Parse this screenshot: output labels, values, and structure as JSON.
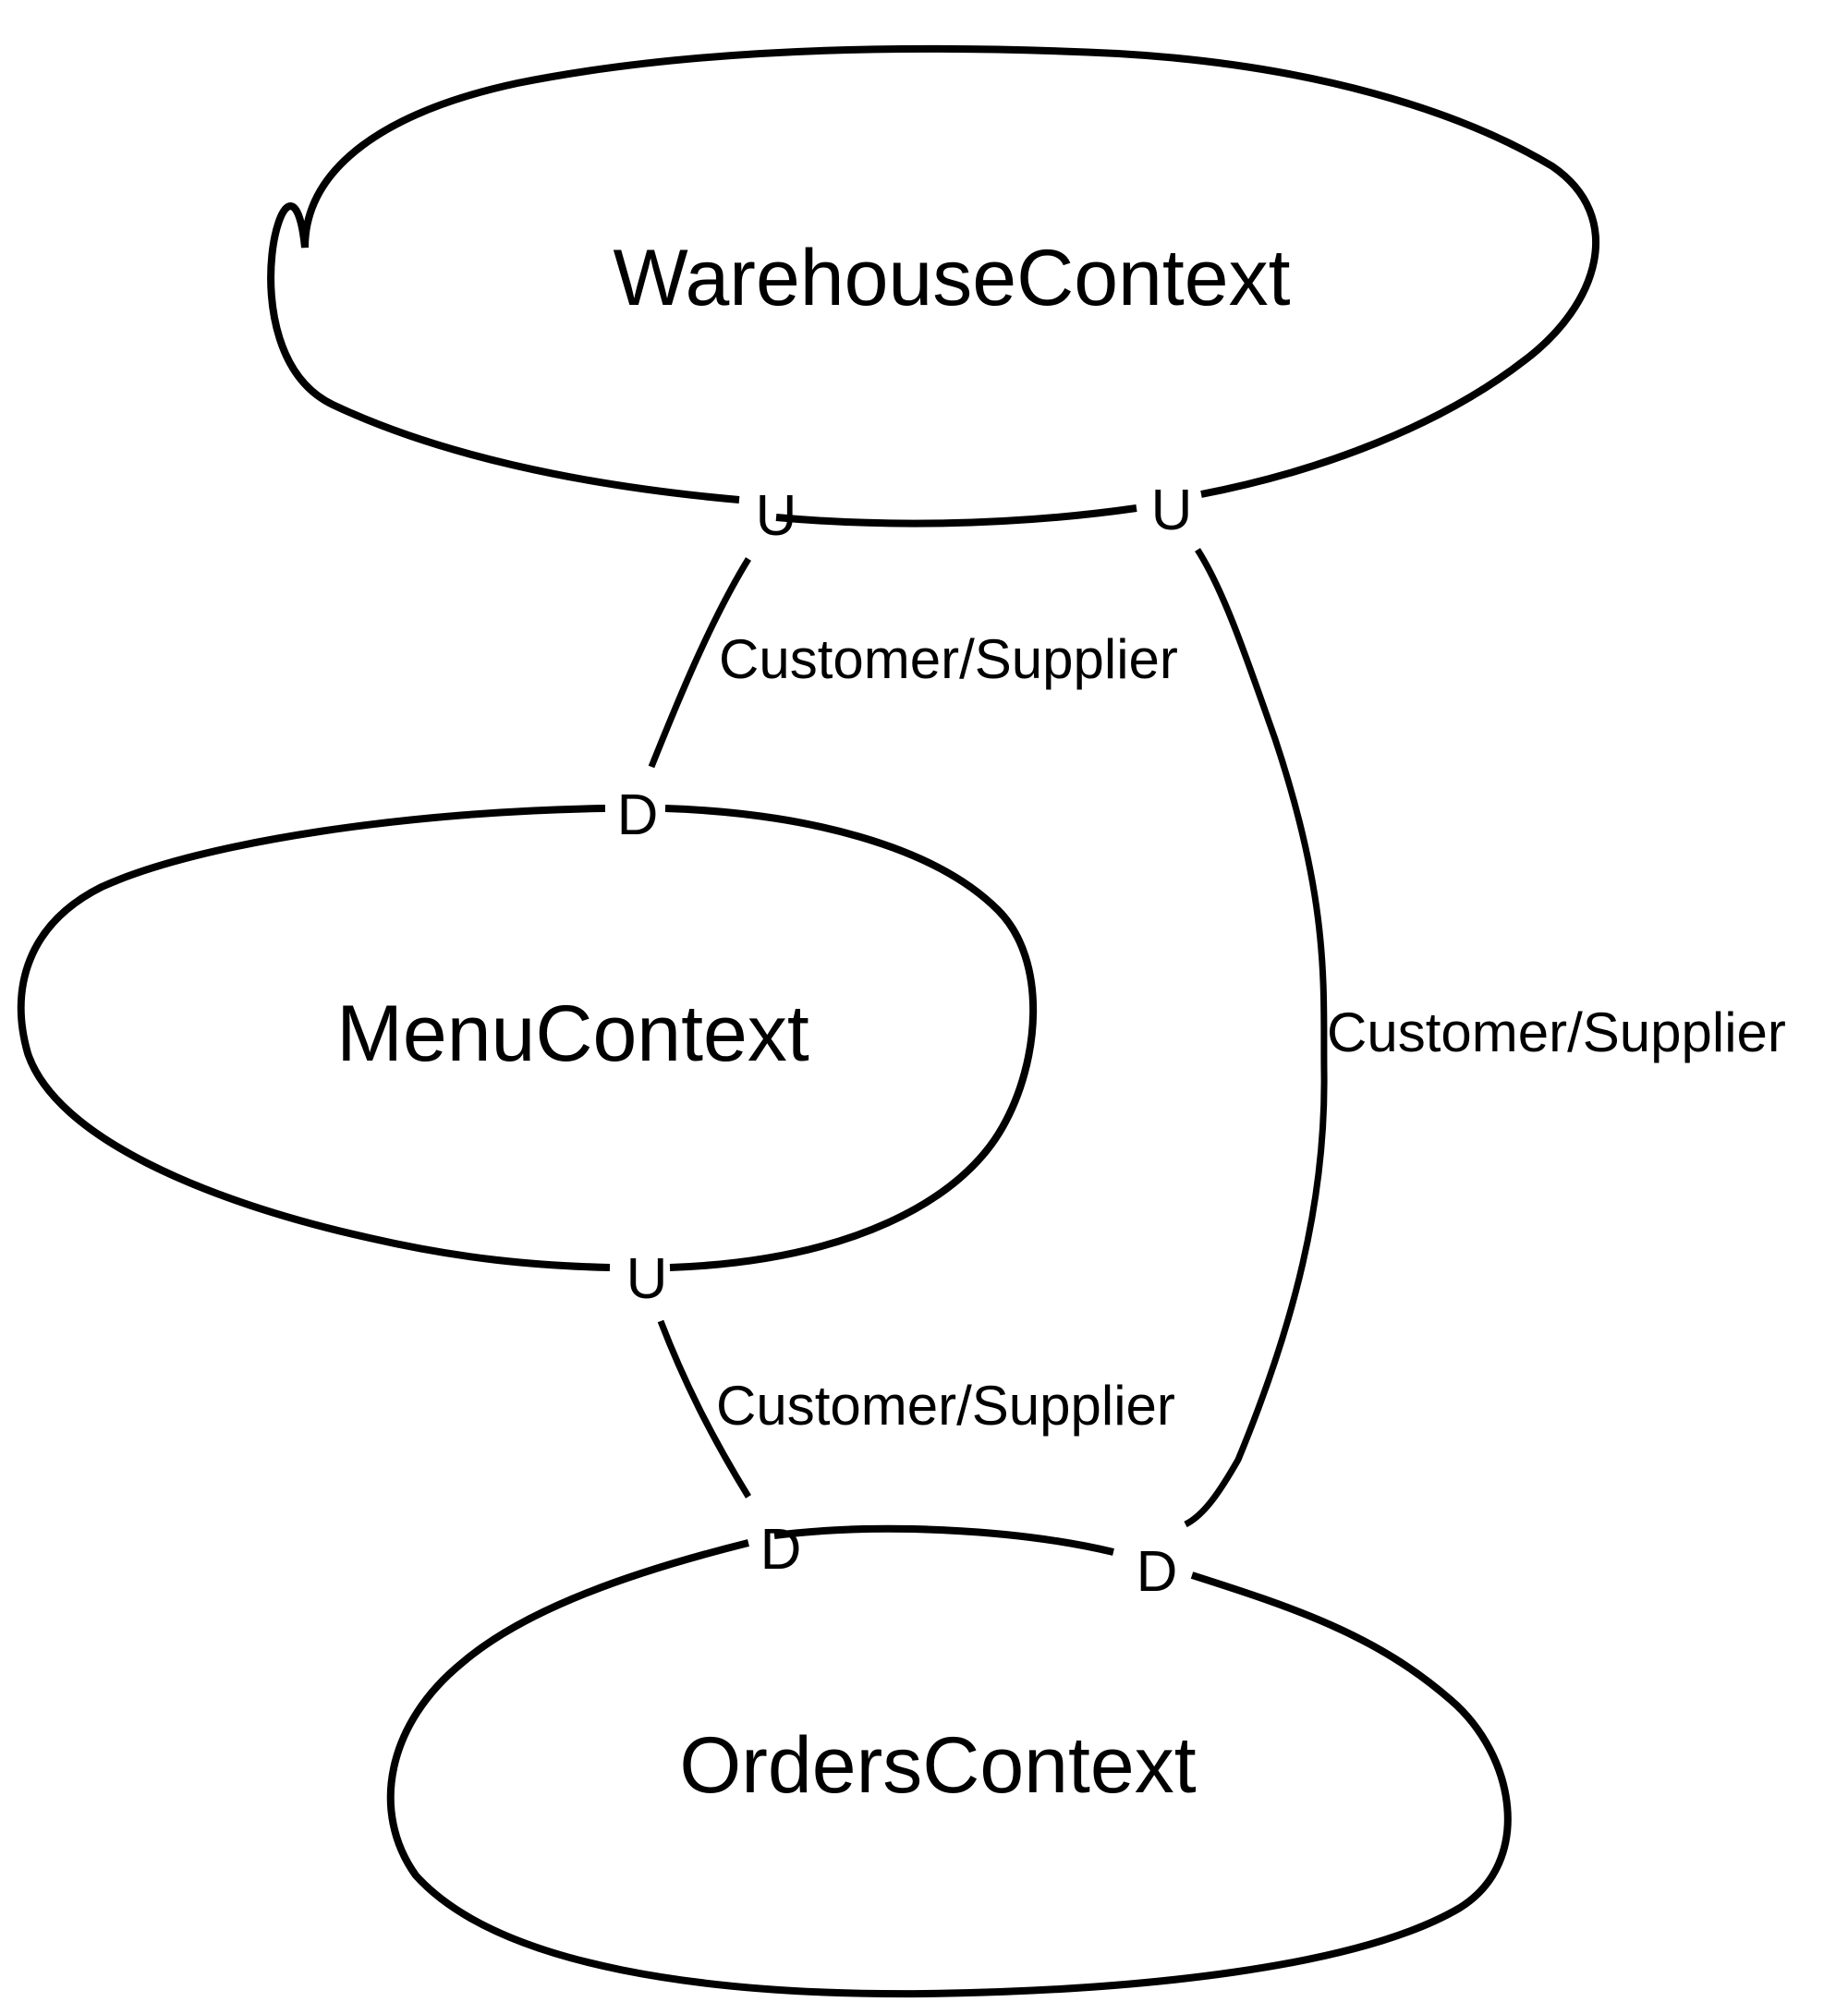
{
  "contexts": {
    "warehouse": {
      "name": "WarehouseContext"
    },
    "menu": {
      "name": "MenuContext"
    },
    "orders": {
      "name": "OrdersContext"
    }
  },
  "relationships": [
    {
      "upstream": "WarehouseContext",
      "downstream": "MenuContext",
      "type": "Customer/Supplier",
      "upstream_mark": "U",
      "downstream_mark": "D"
    },
    {
      "upstream": "MenuContext",
      "downstream": "OrdersContext",
      "type": "Customer/Supplier",
      "upstream_mark": "U",
      "downstream_mark": "D"
    },
    {
      "upstream": "WarehouseContext",
      "downstream": "OrdersContext",
      "type": "Customer/Supplier",
      "upstream_mark": "U",
      "downstream_mark": "D"
    }
  ]
}
